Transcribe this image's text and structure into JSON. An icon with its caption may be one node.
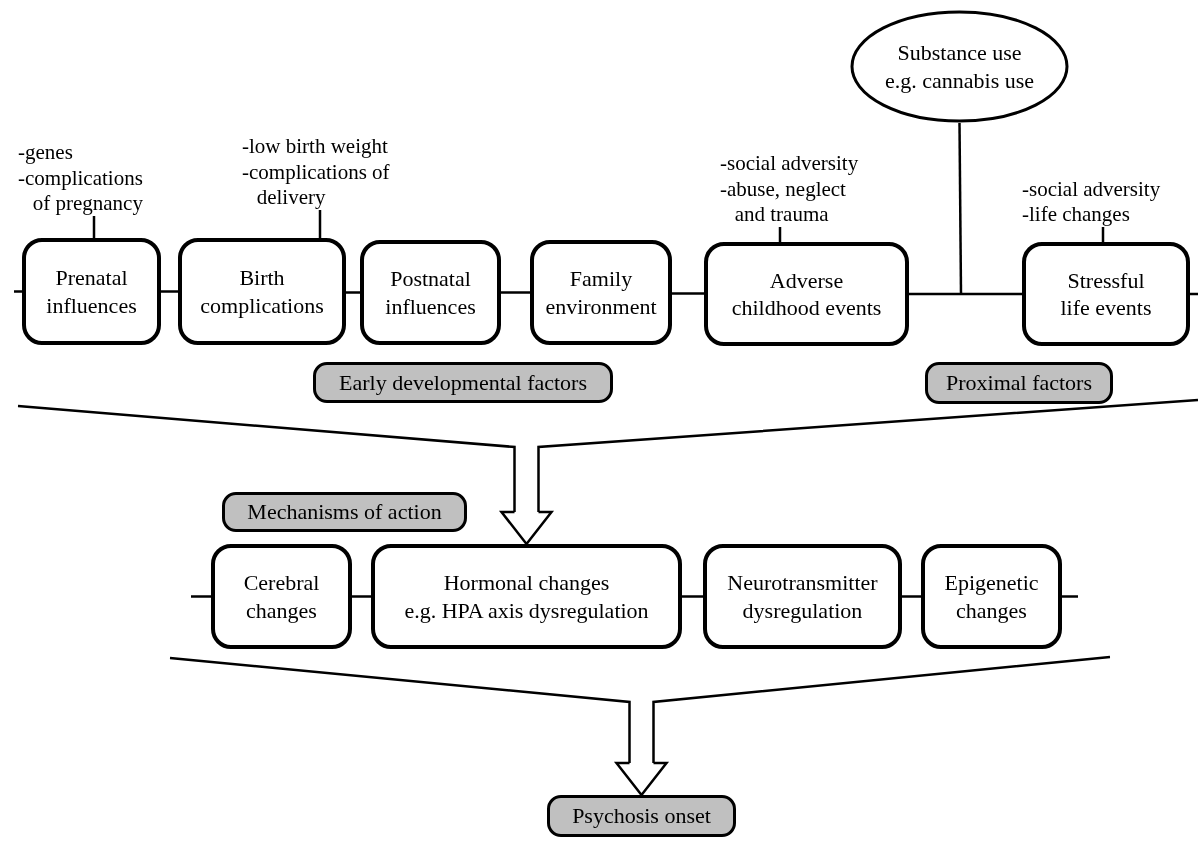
{
  "diagram": {
    "nodes": [
      {
        "text": [
          "-genes",
          "-complications of pregnancy"
        ]
      },
      {
        "text": [
          "Prenatal influences"
        ]
      },
      {
        "text": [
          "-low birth weight",
          "-complications of delivery"
        ]
      },
      {
        "text": [
          "Birth complications"
        ]
      },
      {
        "text": [
          "Postnatal influences"
        ]
      },
      {
        "text": [
          "Family environment"
        ]
      },
      {
        "text": [
          "-social adversity",
          "-abuse, neglect and trauma"
        ]
      },
      {
        "text": [
          "Adverse childhood events"
        ]
      },
      {
        "text": [
          "Substance use",
          "e.g. cannabis use"
        ]
      },
      {
        "text": [
          "-social adversity",
          "-life changes"
        ]
      },
      {
        "text": [
          "Stressful life events"
        ]
      },
      {
        "text": [
          "Early developmental factors"
        ]
      },
      {
        "text": [
          "Proximal factors"
        ]
      },
      {
        "text": [
          "Mechanisms of action"
        ]
      },
      {
        "text": [
          "Cerebral changes"
        ]
      },
      {
        "text": [
          "Hormonal changes",
          "e.g. HPA axis dysregulation"
        ]
      },
      {
        "text": [
          "Neurotransmitter dysregulation"
        ]
      },
      {
        "text": [
          "Epigenetic changes"
        ]
      },
      {
        "text": [
          "Psychosis onset"
        ]
      }
    ],
    "edges": [
      {
        "from": 0,
        "to": 1,
        "arrow": "none"
      },
      {
        "from": 2,
        "to": 3,
        "arrow": "none"
      },
      {
        "from": 6,
        "to": 7,
        "arrow": "none"
      },
      {
        "from": 9,
        "to": 10,
        "arrow": "none"
      },
      {
        "from": null,
        "to": 1,
        "arrow": "none"
      },
      {
        "from": 1,
        "to": 3,
        "arrow": "none"
      },
      {
        "from": 3,
        "to": 4,
        "arrow": "none"
      },
      {
        "from": 4,
        "to": 5,
        "arrow": "none"
      },
      {
        "from": 5,
        "to": 7,
        "arrow": "none"
      },
      {
        "from": 7,
        "to": 10,
        "arrow": "none"
      },
      {
        "from": 10,
        "to": null,
        "arrow": "none"
      },
      {
        "from": 8,
        "to": null,
        "arrow": "none"
      },
      {
        "from": null,
        "to": 15,
        "arrow": "to"
      },
      {
        "from": null,
        "to": 14,
        "arrow": "none"
      },
      {
        "from": 14,
        "to": 15,
        "arrow": "none"
      },
      {
        "from": 15,
        "to": 16,
        "arrow": "none"
      },
      {
        "from": 16,
        "to": 17,
        "arrow": "none"
      },
      {
        "from": 17,
        "to": null,
        "arrow": "none"
      },
      {
        "from": null,
        "to": 18,
        "arrow": "to"
      }
    ]
  }
}
